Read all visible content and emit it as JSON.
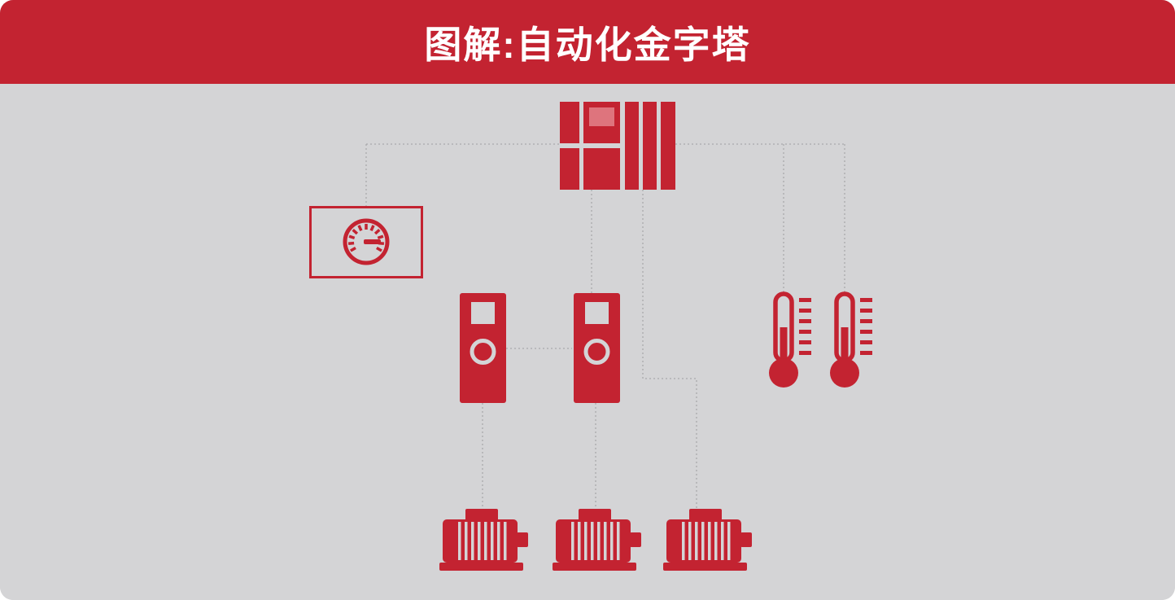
{
  "header": {
    "title": "图解:自动化金字塔"
  },
  "colors": {
    "accent_red": "#c32331",
    "accent_red_light": "#de747d",
    "panel_gray": "#d4d4d6",
    "line_gray": "#a9a9ac",
    "text_white": "#ffffff"
  },
  "diagram": {
    "nodes": [
      {
        "id": "plc",
        "type": "plc-controller",
        "icon": "plc-icon"
      },
      {
        "id": "hmi-panel",
        "type": "hmi-gauge-panel",
        "icon": "gauge-icon"
      },
      {
        "id": "drive-1",
        "type": "frequency-drive",
        "icon": "vfd-drive-icon"
      },
      {
        "id": "drive-2",
        "type": "frequency-drive",
        "icon": "vfd-drive-icon"
      },
      {
        "id": "thermometer-1",
        "type": "temperature-sensor",
        "icon": "thermometer-icon"
      },
      {
        "id": "thermometer-2",
        "type": "temperature-sensor",
        "icon": "thermometer-icon"
      },
      {
        "id": "motor-1",
        "type": "electric-motor",
        "icon": "motor-icon"
      },
      {
        "id": "motor-2",
        "type": "electric-motor",
        "icon": "motor-icon"
      },
      {
        "id": "motor-3",
        "type": "electric-motor",
        "icon": "motor-icon"
      }
    ],
    "connections": [
      {
        "from": "plc",
        "to": "hmi-panel"
      },
      {
        "from": "plc",
        "to": "drive-2"
      },
      {
        "from": "plc",
        "to": "thermometer-1"
      },
      {
        "from": "plc",
        "to": "thermometer-2"
      },
      {
        "from": "plc",
        "to": "motor-3"
      },
      {
        "from": "drive-1",
        "to": "drive-2"
      },
      {
        "from": "drive-1",
        "to": "motor-1"
      },
      {
        "from": "drive-2",
        "to": "motor-2"
      }
    ]
  }
}
